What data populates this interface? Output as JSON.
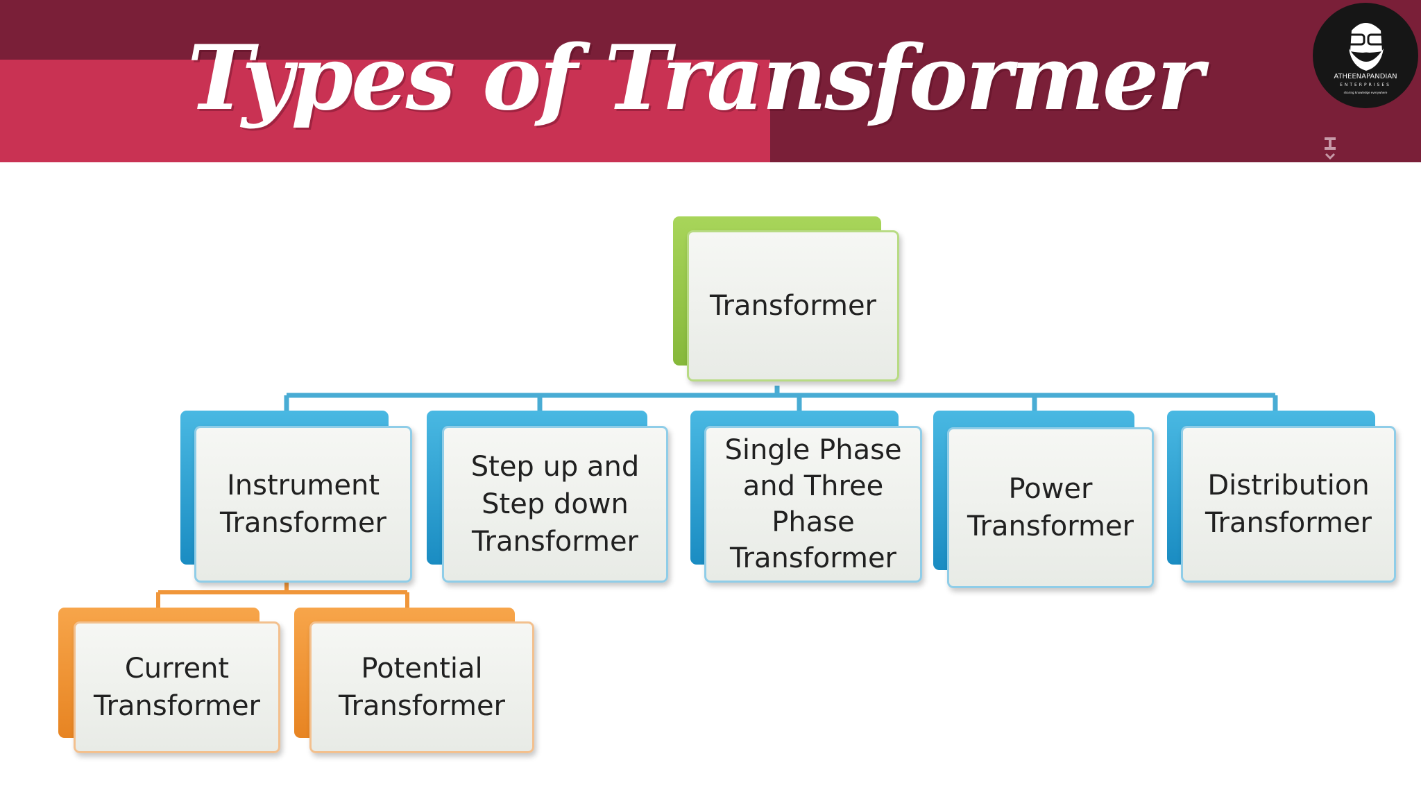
{
  "banner": {
    "title": "Types of Transformer",
    "colors": {
      "dark": "#7a1f38",
      "accent": "#c93253"
    }
  },
  "logo": {
    "name": "ATHEENAPANDIAN",
    "sub": "ENTERPRISES",
    "tagline": "sharing knowledge everywhere",
    "icon": "bearded-man-with-glasses-icon"
  },
  "diagram": {
    "root": {
      "label": "Transformer",
      "color": "#8cc63f"
    },
    "level1": [
      {
        "label": "Instrument Transformer"
      },
      {
        "label": "Step up and Step down Transformer"
      },
      {
        "label": "Single Phase and Three Phase Transformer"
      },
      {
        "label": "Power Transformer"
      },
      {
        "label": "Distribution Transformer"
      }
    ],
    "level2": [
      {
        "label": "Current Transformer"
      },
      {
        "label": "Potential Transformer"
      }
    ],
    "colors": {
      "level1": "#1e9fd6",
      "level2": "#f08a24",
      "connector_top": "#49acd4",
      "connector_sub": "#f0963a"
    }
  }
}
